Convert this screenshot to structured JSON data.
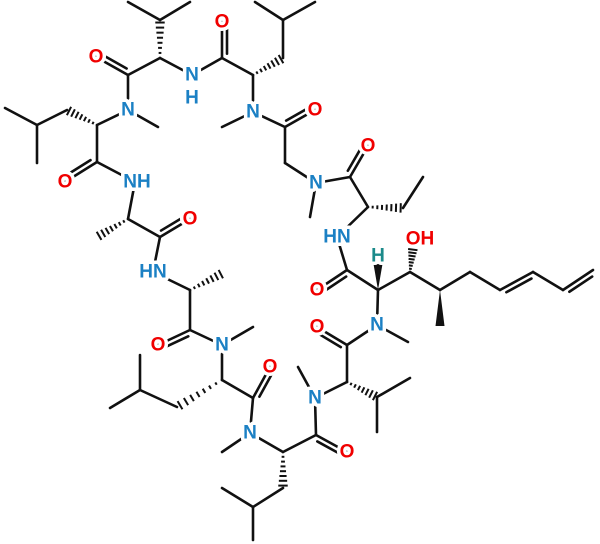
{
  "title": "Cyclic peptide structure (cyclosporin analogue)",
  "colors": {
    "oxygen": "#f00000",
    "nitrogen": "#1b80c4",
    "hydrogen": "#1b8a8a",
    "bond": "#111111"
  },
  "atom_labels": [
    {
      "text": "O",
      "element": "oxygen"
    },
    {
      "text": "N",
      "element": "nitrogen"
    },
    {
      "text": "N",
      "element": "nitrogen"
    },
    {
      "text": "H",
      "element": "nitrogen"
    },
    {
      "text": "O",
      "element": "oxygen"
    },
    {
      "text": "N",
      "element": "nitrogen"
    },
    {
      "text": "O",
      "element": "oxygen"
    },
    {
      "text": "O",
      "element": "oxygen"
    },
    {
      "text": "N",
      "element": "nitrogen"
    },
    {
      "text": "HN",
      "element": "nitrogen"
    },
    {
      "text": "H",
      "element": "hydrogen"
    },
    {
      "text": "OH",
      "element": "oxygen"
    },
    {
      "text": "O",
      "element": "oxygen"
    },
    {
      "text": "N",
      "element": "nitrogen"
    },
    {
      "text": "O",
      "element": "oxygen"
    },
    {
      "text": "N",
      "element": "nitrogen"
    },
    {
      "text": "O",
      "element": "oxygen"
    },
    {
      "text": "O",
      "element": "oxygen"
    },
    {
      "text": "N",
      "element": "nitrogen"
    },
    {
      "text": "N",
      "element": "nitrogen"
    },
    {
      "text": "O",
      "element": "oxygen"
    },
    {
      "text": "HN",
      "element": "nitrogen"
    },
    {
      "text": "NH",
      "element": "nitrogen"
    },
    {
      "text": "O",
      "element": "oxygen"
    },
    {
      "text": "O",
      "element": "oxygen"
    }
  ]
}
